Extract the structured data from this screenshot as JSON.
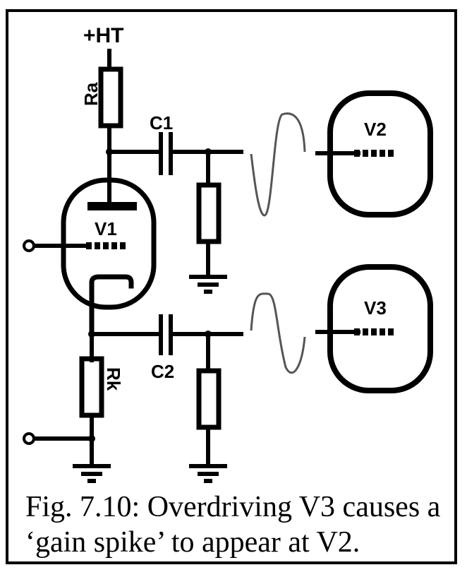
{
  "figure": {
    "caption_line1": "Fig. 7.10: Overdriving V3 causes a",
    "caption_line2": "‘gain spike’ to appear at V2.",
    "colors": {
      "ink": "#000000",
      "background": "#ffffff",
      "waveform": "#555555"
    }
  },
  "labels": {
    "supply": "+HT",
    "anode_resistor": "Ra",
    "cathode_resistor": "Rk",
    "cap1": "C1",
    "cap2": "C2",
    "valve1": "V1",
    "valve2": "V2",
    "valve3": "V3"
  }
}
